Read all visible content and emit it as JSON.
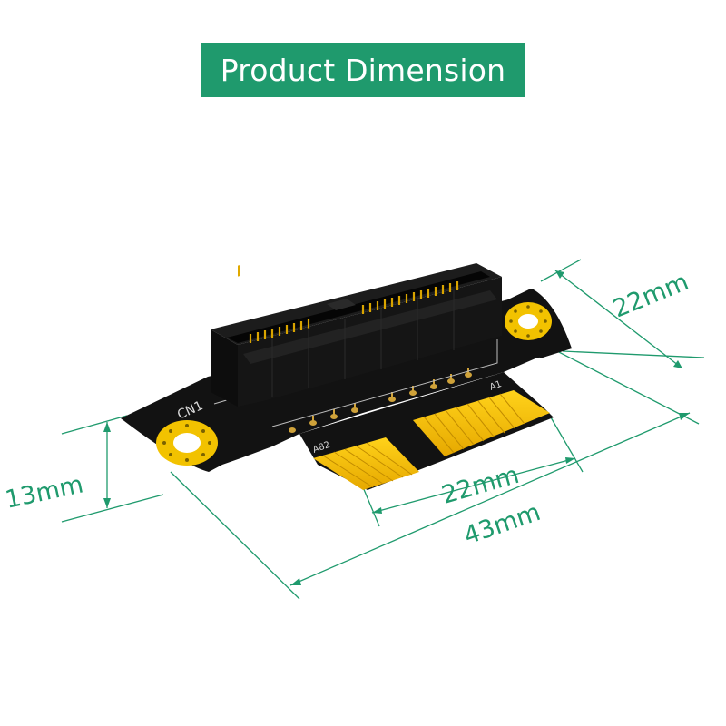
{
  "title": "Product Dimension",
  "dimensions": {
    "board_width": "22mm",
    "board_height": "13mm",
    "finger_width": "22mm",
    "total_length": "43mm"
  },
  "board_labels": {
    "connector_ref": "CN1",
    "pin_a1": "A1",
    "pin_a82": "A82"
  },
  "colors": {
    "accent": "#1f9a6d",
    "pcb": "#121212",
    "gold": "#f2c200"
  }
}
